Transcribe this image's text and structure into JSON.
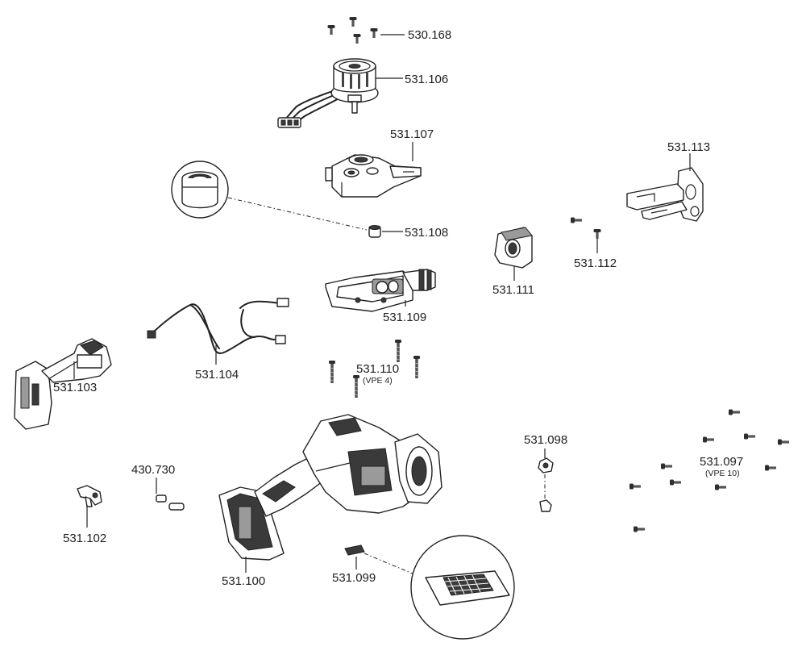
{
  "parts": [
    {
      "id": "p530168",
      "number": "530.168"
    },
    {
      "id": "p531106",
      "number": "531.106"
    },
    {
      "id": "p531107",
      "number": "531.107"
    },
    {
      "id": "p531113",
      "number": "531.113"
    },
    {
      "id": "p531108",
      "number": "531.108"
    },
    {
      "id": "p531111",
      "number": "531.111"
    },
    {
      "id": "p531112",
      "number": "531.112"
    },
    {
      "id": "p531109",
      "number": "531.109"
    },
    {
      "id": "p531104",
      "number": "531.104"
    },
    {
      "id": "p531103",
      "number": "531.103"
    },
    {
      "id": "p531110",
      "number": "531.110",
      "note": "(VPE 4)"
    },
    {
      "id": "p531098",
      "number": "531.098"
    },
    {
      "id": "p531097",
      "number": "531.097",
      "note": "(VPE 10)"
    },
    {
      "id": "p430730",
      "number": "430.730"
    },
    {
      "id": "p531102",
      "number": "531.102"
    },
    {
      "id": "p531100",
      "number": "531.100"
    },
    {
      "id": "p531099",
      "number": "531.099"
    }
  ]
}
